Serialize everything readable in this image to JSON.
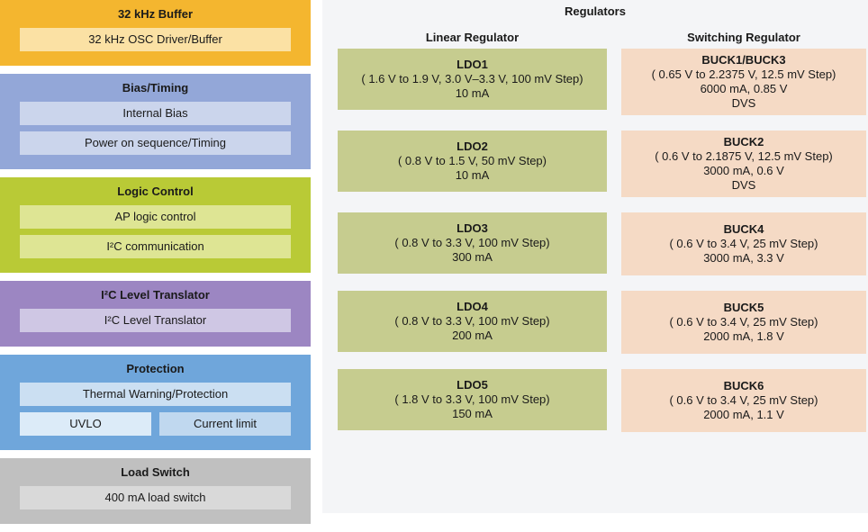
{
  "colors": {
    "page-bg": "#ffffff",
    "right-bg": "#f4f5f7",
    "text": "#1a1a1a",
    "orange": "#f4b62f",
    "orange-light": "#fbe1a4",
    "blue": "#93a7d8",
    "blue-light": "#cbd5ec",
    "green": "#b9ca36",
    "green-light": "#dee594",
    "purple": "#9c86c2",
    "purple-light": "#cfc7e4",
    "skyblue": "#6fa6db",
    "skyblue-light": "#cbdff2",
    "skyblue-lighter": "#dcebf8",
    "skyblue-mid": "#c0d8ef",
    "gray": "#c0c0c0",
    "gray-light": "#d9d9d9",
    "olive": "#c6cc8f",
    "peach": "#f5dac5"
  },
  "left_panel": {
    "blocks": [
      {
        "title": "32 kHz Buffer",
        "items": [
          "32 kHz OSC Driver/Buffer"
        ]
      },
      {
        "title": "Bias/Timing",
        "items": [
          "Internal Bias",
          "Power on sequence/Timing"
        ]
      },
      {
        "title": "Logic Control",
        "items": [
          "AP logic control",
          "I²C communication"
        ]
      },
      {
        "title": "I²C Level Translator",
        "items": [
          "I²C Level Translator"
        ]
      },
      {
        "title": "Protection",
        "items": [
          "Thermal Warning/Protection"
        ],
        "split_items": [
          "UVLO",
          "Current limit"
        ]
      },
      {
        "title": "Load Switch",
        "items": [
          "400 mA load switch"
        ]
      }
    ]
  },
  "regulators": {
    "title": "Regulators",
    "linear": {
      "header": "Linear Regulator",
      "blocks": [
        {
          "name": "LDO1",
          "specs": "( 1.6 V to 1.9 V, 3.0 V–3.3 V, 100 mV Step)",
          "rating": "10 mA"
        },
        {
          "name": "LDO2",
          "specs": "( 0.8 V to 1.5 V, 50 mV Step)",
          "rating": "10 mA"
        },
        {
          "name": "LDO3",
          "specs": "( 0.8 V to 3.3 V, 100 mV Step)",
          "rating": "300 mA"
        },
        {
          "name": "LDO4",
          "specs": "( 0.8 V to 3.3 V, 100 mV Step)",
          "rating": "200 mA"
        },
        {
          "name": "LDO5",
          "specs": "( 1.8 V to 3.3 V, 100 mV Step)",
          "rating": "150 mA"
        }
      ]
    },
    "switching": {
      "header": "Switching Regulator",
      "blocks": [
        {
          "name": "BUCK1/BUCK3",
          "specs": "( 0.65 V to 2.2375 V, 12.5 mV Step)",
          "rating": "6000 mA, 0.85 V",
          "extra": "DVS"
        },
        {
          "name": "BUCK2",
          "specs": "( 0.6 V to 2.1875 V, 12.5 mV Step)",
          "rating": "3000 mA, 0.6 V",
          "extra": "DVS"
        },
        {
          "name": "BUCK4",
          "specs": "( 0.6 V to 3.4 V, 25 mV Step)",
          "rating": "3000 mA, 3.3 V"
        },
        {
          "name": "BUCK5",
          "specs": "( 0.6 V to 3.4 V, 25 mV Step)",
          "rating": "2000 mA, 1.8 V"
        },
        {
          "name": "BUCK6",
          "specs": "( 0.6 V to 3.4 V, 25 mV Step)",
          "rating": "2000 mA, 1.1 V"
        }
      ]
    }
  }
}
